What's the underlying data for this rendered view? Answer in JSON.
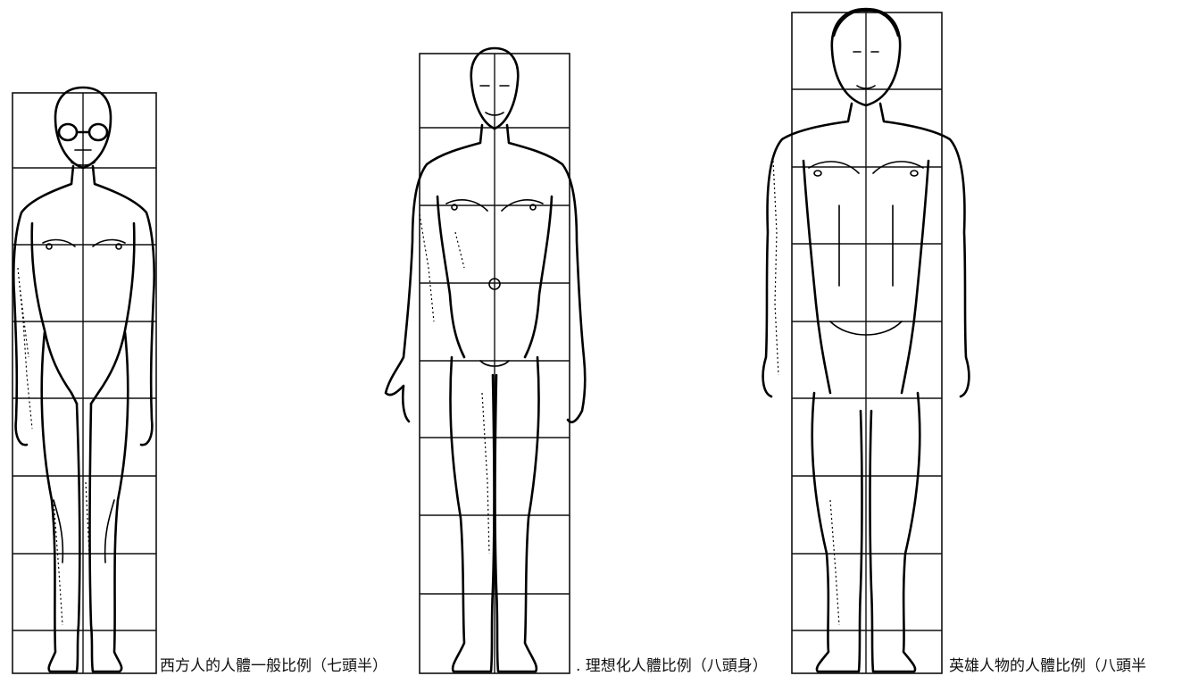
{
  "figures": [
    {
      "id": "figure-seven-heads",
      "caption": "西方人的人體一般比例（七頭半）",
      "head_units": 7.5
    },
    {
      "id": "figure-eight-heads",
      "caption": ". 理想化人體比例（八頭身）",
      "head_units": 8
    },
    {
      "id": "figure-heroic",
      "caption": "英雄人物的人體比例（八頭半",
      "head_units": 8.5
    }
  ]
}
